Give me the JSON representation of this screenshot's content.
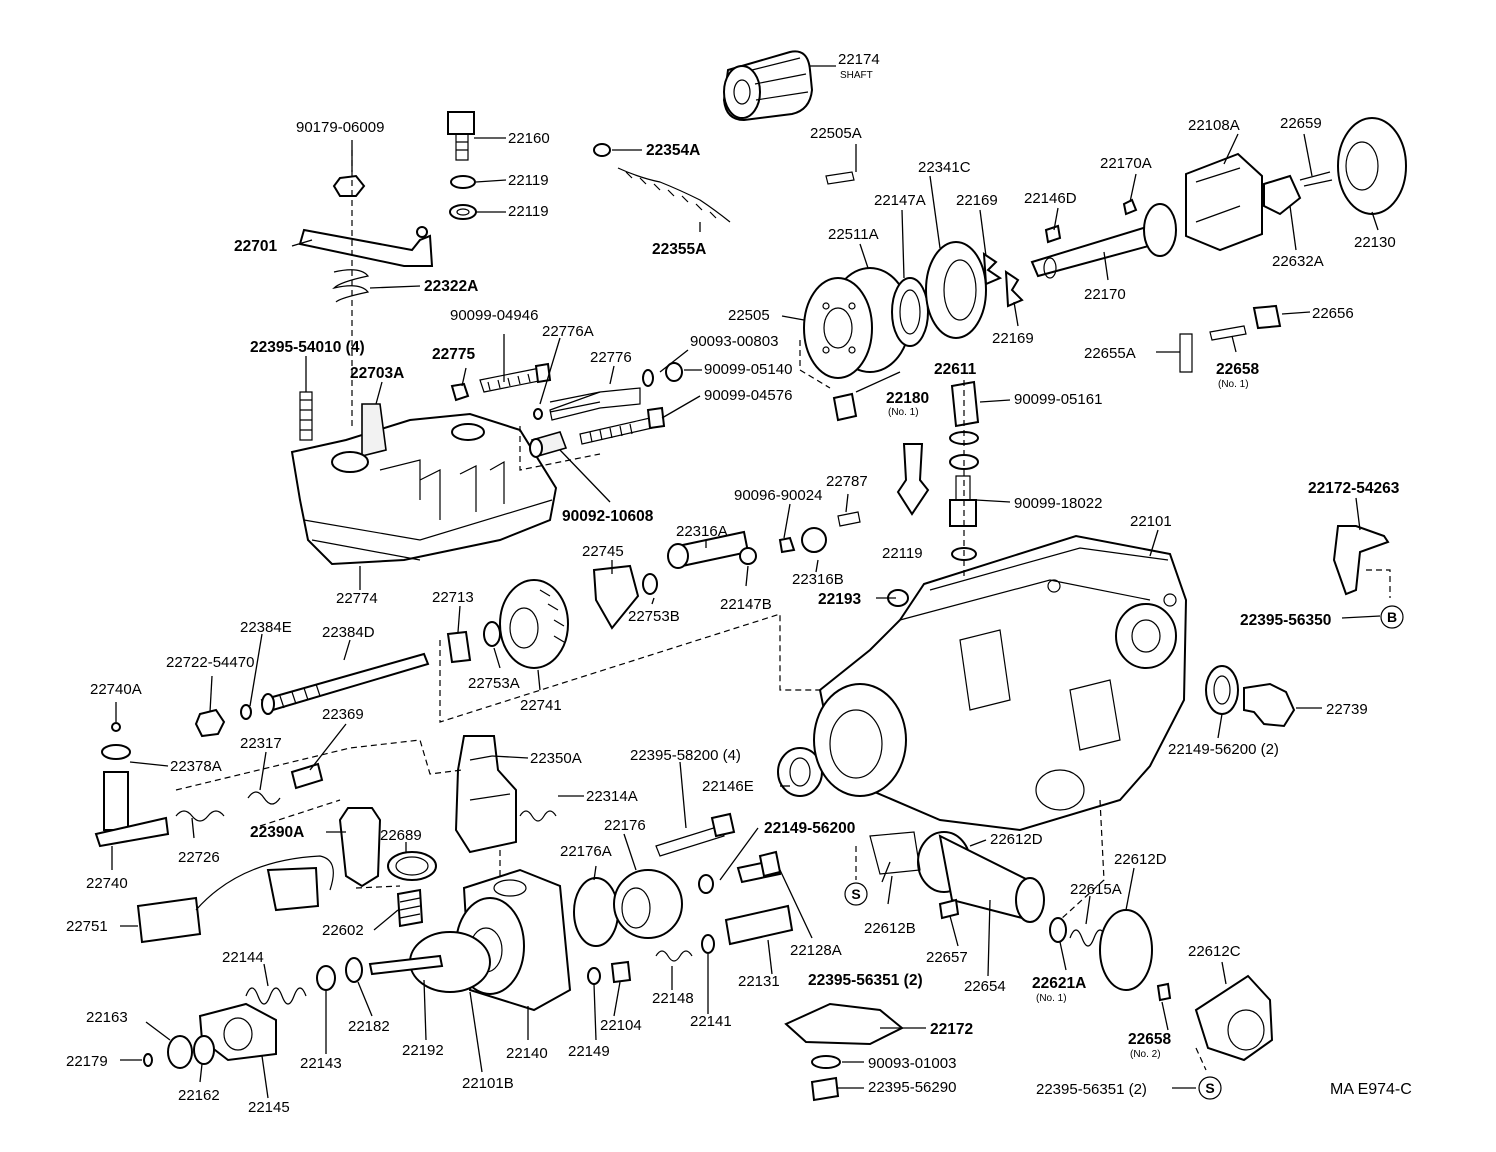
{
  "diagram": {
    "code": "MA E974-C",
    "markers": [
      "B",
      "S"
    ],
    "parts": [
      {
        "id": "22174",
        "sub": "SHAFT"
      },
      {
        "id": "90179-06009"
      },
      {
        "id": "22160"
      },
      {
        "id": "22119"
      },
      {
        "id": "22354A"
      },
      {
        "id": "22355A"
      },
      {
        "id": "22701"
      },
      {
        "id": "22322A"
      },
      {
        "id": "22505A"
      },
      {
        "id": "22341C"
      },
      {
        "id": "22108A"
      },
      {
        "id": "22659"
      },
      {
        "id": "22170A"
      },
      {
        "id": "22146D"
      },
      {
        "id": "22147A"
      },
      {
        "id": "22169"
      },
      {
        "id": "22511A"
      },
      {
        "id": "22130"
      },
      {
        "id": "22632A"
      },
      {
        "id": "22170"
      },
      {
        "id": "22505"
      },
      {
        "id": "22656"
      },
      {
        "id": "22655A"
      },
      {
        "id": "22658",
        "sub": "(No. 1)"
      },
      {
        "id": "22611"
      },
      {
        "id": "22180",
        "sub": "(No. 1)"
      },
      {
        "id": "90099-05161"
      },
      {
        "id": "22395-54010 (4)"
      },
      {
        "id": "90099-04946"
      },
      {
        "id": "22776A"
      },
      {
        "id": "90093-00803"
      },
      {
        "id": "22775"
      },
      {
        "id": "22776"
      },
      {
        "id": "90099-05140"
      },
      {
        "id": "22703A"
      },
      {
        "id": "90099-04576"
      },
      {
        "id": "90092-10608"
      },
      {
        "id": "22787"
      },
      {
        "id": "90096-90024"
      },
      {
        "id": "90099-18022"
      },
      {
        "id": "22316A"
      },
      {
        "id": "22745"
      },
      {
        "id": "22101"
      },
      {
        "id": "22172-54263"
      },
      {
        "id": "22316B"
      },
      {
        "id": "22147B"
      },
      {
        "id": "22774"
      },
      {
        "id": "22193"
      },
      {
        "id": "22753B"
      },
      {
        "id": "22395-56350"
      },
      {
        "id": "22713"
      },
      {
        "id": "22384E"
      },
      {
        "id": "22384D"
      },
      {
        "id": "22722-54470"
      },
      {
        "id": "22740A"
      },
      {
        "id": "22753A"
      },
      {
        "id": "22741"
      },
      {
        "id": "22369"
      },
      {
        "id": "22739"
      },
      {
        "id": "22317"
      },
      {
        "id": "22378A"
      },
      {
        "id": "22350A"
      },
      {
        "id": "22395-58200 (4)"
      },
      {
        "id": "22149-56200 (2)"
      },
      {
        "id": "22146E"
      },
      {
        "id": "22314A"
      },
      {
        "id": "22689"
      },
      {
        "id": "22390A"
      },
      {
        "id": "22176"
      },
      {
        "id": "22149-56200"
      },
      {
        "id": "22612D"
      },
      {
        "id": "22726"
      },
      {
        "id": "22740"
      },
      {
        "id": "22176A"
      },
      {
        "id": "22751"
      },
      {
        "id": "22602"
      },
      {
        "id": "22612B"
      },
      {
        "id": "22615A"
      },
      {
        "id": "22128A"
      },
      {
        "id": "22657"
      },
      {
        "id": "22144"
      },
      {
        "id": "22131"
      },
      {
        "id": "22148"
      },
      {
        "id": "22654"
      },
      {
        "id": "22621A",
        "sub": "(No. 1)"
      },
      {
        "id": "22395-56351 (2)"
      },
      {
        "id": "22612C"
      },
      {
        "id": "22163"
      },
      {
        "id": "22104"
      },
      {
        "id": "22141"
      },
      {
        "id": "22182"
      },
      {
        "id": "22192"
      },
      {
        "id": "22140"
      },
      {
        "id": "22149"
      },
      {
        "id": "22179"
      },
      {
        "id": "22143"
      },
      {
        "id": "22172"
      },
      {
        "id": "22658",
        "sub": "(No. 2)"
      },
      {
        "id": "22162"
      },
      {
        "id": "22145"
      },
      {
        "id": "22101B"
      },
      {
        "id": "90093-01003"
      },
      {
        "id": "22395-56290"
      }
    ]
  }
}
